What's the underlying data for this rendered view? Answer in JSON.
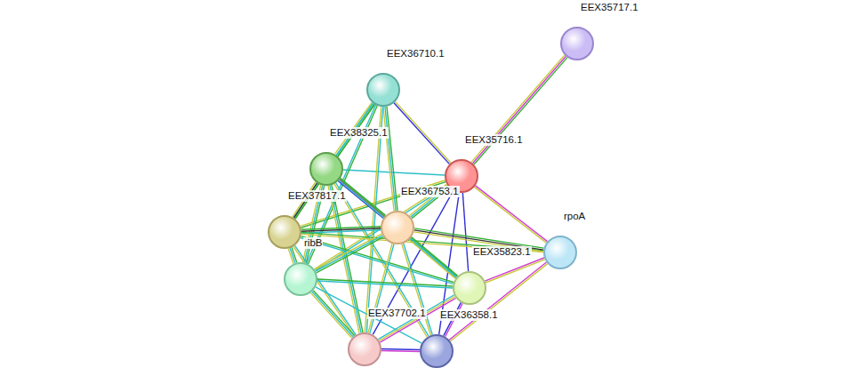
{
  "diagram": {
    "nodes": [
      {
        "text": [
          "EEX35717.1"
        ]
      },
      {
        "text": [
          "EEX36710.1"
        ]
      },
      {
        "text": [
          "EEX38325.1"
        ]
      },
      {
        "text": [
          "EEX35716.1"
        ]
      },
      {
        "text": [
          "EEX36753.1"
        ]
      },
      {
        "text": [
          "EEX37817.1"
        ]
      },
      {
        "text": [
          "rpoA"
        ]
      },
      {
        "text": [
          "ribB"
        ]
      },
      {
        "text": [
          "EEX35823.1"
        ]
      },
      {
        "text": [
          "EEX37702.1"
        ]
      },
      {
        "text": [
          "EEX36358.1"
        ]
      }
    ],
    "edges": [
      {
        "from": 0,
        "to": 3,
        "arrow": "none"
      },
      {
        "from": 3,
        "to": 1,
        "arrow": "none"
      },
      {
        "from": 3,
        "to": 2,
        "arrow": "none"
      },
      {
        "from": 3,
        "to": 5,
        "arrow": "none"
      },
      {
        "from": 3,
        "to": 4,
        "arrow": "none"
      },
      {
        "from": 3,
        "to": 7,
        "arrow": "none"
      },
      {
        "from": 3,
        "to": 6,
        "arrow": "none"
      },
      {
        "from": 3,
        "to": 8,
        "arrow": "none"
      },
      {
        "from": 3,
        "to": 9,
        "arrow": "none"
      },
      {
        "from": 3,
        "to": 10,
        "arrow": "none"
      },
      {
        "from": 1,
        "to": 2,
        "arrow": "none"
      },
      {
        "from": 1,
        "to": 5,
        "arrow": "none"
      },
      {
        "from": 1,
        "to": 4,
        "arrow": "none"
      },
      {
        "from": 1,
        "to": 7,
        "arrow": "none"
      },
      {
        "from": 1,
        "to": 9,
        "arrow": "none"
      },
      {
        "from": 2,
        "to": 5,
        "arrow": "none"
      },
      {
        "from": 2,
        "to": 4,
        "arrow": "none"
      },
      {
        "from": 2,
        "to": 7,
        "arrow": "none"
      },
      {
        "from": 2,
        "to": 8,
        "arrow": "none"
      },
      {
        "from": 2,
        "to": 9,
        "arrow": "none"
      },
      {
        "from": 2,
        "to": 10,
        "arrow": "none"
      },
      {
        "from": 5,
        "to": 4,
        "arrow": "none"
      },
      {
        "from": 5,
        "to": 7,
        "arrow": "none"
      },
      {
        "from": 5,
        "to": 8,
        "arrow": "none"
      },
      {
        "from": 5,
        "to": 9,
        "arrow": "none"
      },
      {
        "from": 5,
        "to": 6,
        "arrow": "none"
      },
      {
        "from": 4,
        "to": 7,
        "arrow": "none"
      },
      {
        "from": 4,
        "to": 8,
        "arrow": "none"
      },
      {
        "from": 4,
        "to": 9,
        "arrow": "none"
      },
      {
        "from": 4,
        "to": 10,
        "arrow": "none"
      },
      {
        "from": 4,
        "to": 6,
        "arrow": "none"
      },
      {
        "from": 7,
        "to": 8,
        "arrow": "none"
      },
      {
        "from": 7,
        "to": 9,
        "arrow": "none"
      },
      {
        "from": 7,
        "to": 10,
        "arrow": "none"
      },
      {
        "from": 8,
        "to": 9,
        "arrow": "none"
      },
      {
        "from": 8,
        "to": 10,
        "arrow": "none"
      },
      {
        "from": 8,
        "to": 6,
        "arrow": "none"
      },
      {
        "from": 9,
        "to": 10,
        "arrow": "none"
      },
      {
        "from": 10,
        "to": 6,
        "arrow": "none"
      }
    ]
  }
}
